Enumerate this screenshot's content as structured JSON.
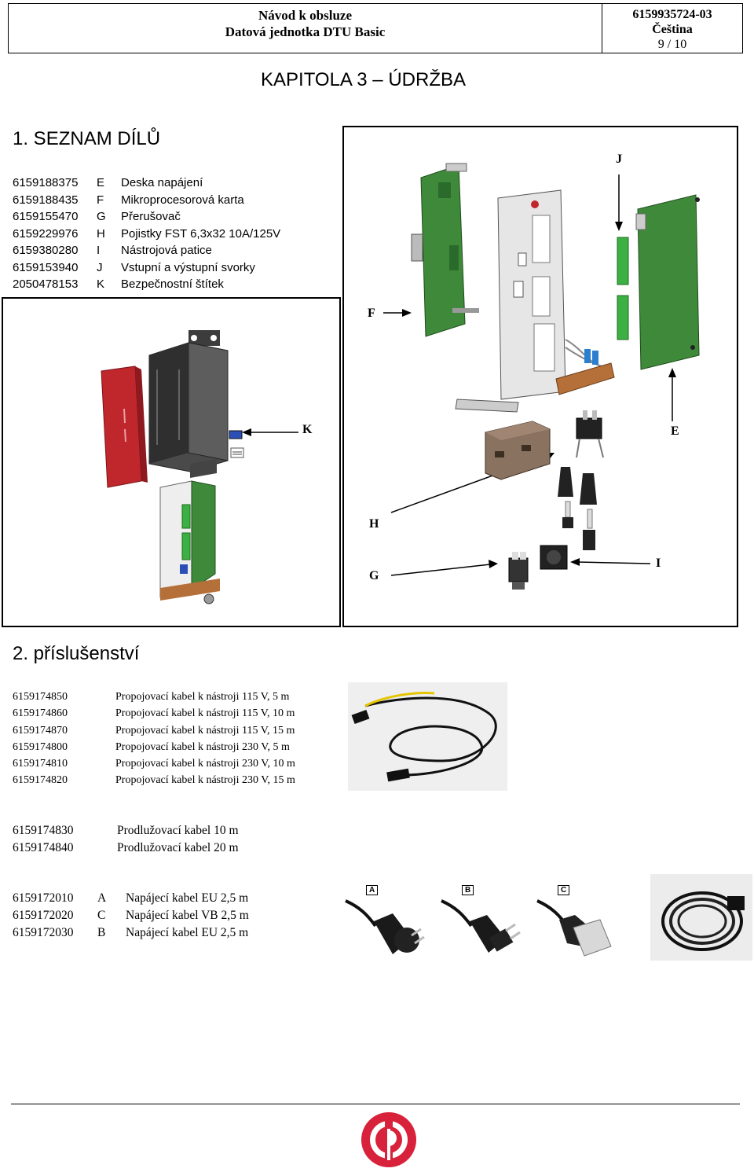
{
  "header": {
    "title_line1": "Návod k obsluze",
    "title_line2": "Datová jednotka DTU Basic",
    "doc_number": "6159935724-03",
    "language": "Čeština",
    "page": "9 / 10"
  },
  "chapter_title": "KAPITOLA 3 – ÚDRŽBA",
  "section1": {
    "title": "1. SEZNAM DÍLŮ",
    "parts": [
      {
        "number": "6159188375",
        "letter": "E",
        "name": "Deska napájení"
      },
      {
        "number": "6159188435",
        "letter": "F",
        "name": "Mikroprocesorová karta"
      },
      {
        "number": "6159155470",
        "letter": "G",
        "name": "Přerušovač"
      },
      {
        "number": "6159229976",
        "letter": "H",
        "name": "Pojistky FST 6,3x32 10A/125V"
      },
      {
        "number": "6159380280",
        "letter": "I",
        "name": "Nástrojová patice"
      },
      {
        "number": "6159153940",
        "letter": "J",
        "name": "Vstupní a výstupní svorky"
      },
      {
        "number": "2050478153",
        "letter": "K",
        "name": "Bezpečnostní štítek"
      }
    ],
    "diagram_labels": {
      "J": "J",
      "F": "F",
      "K": "K",
      "E": "E",
      "H": "H",
      "G": "G",
      "I": "I"
    }
  },
  "section2": {
    "title": "2. příslušenství",
    "cables": [
      {
        "number": "6159174850",
        "name": "Propojovací kabel k nástroji 115 V, 5 m"
      },
      {
        "number": "6159174860",
        "name": "Propojovací kabel k nástroji 115 V, 10 m"
      },
      {
        "number": "6159174870",
        "name": "Propojovací kabel k nástroji 115 V, 15 m"
      },
      {
        "number": "6159174800",
        "name": "Propojovací kabel k nástroji 230 V, 5 m"
      },
      {
        "number": "6159174810",
        "name": "Propojovací kabel k nástroji 230 V, 10 m"
      },
      {
        "number": "6159174820",
        "name": "Propojovací kabel k nástroji 230 V, 15 m"
      }
    ],
    "extensions": [
      {
        "number": "6159174830",
        "name": "Prodlužovací kabel 10 m"
      },
      {
        "number": "6159174840",
        "name": "Prodlužovací kabel 20 m"
      }
    ],
    "power_cables": [
      {
        "number": "6159172010",
        "letter": "A",
        "name": "Napájecí kabel EU 2,5 m"
      },
      {
        "number": "6159172020",
        "letter": "C",
        "name": "Napájecí kabel VB 2,5 m"
      },
      {
        "number": "6159172030",
        "letter": "B",
        "name": "Napájecí kabel EU 2,5 m"
      }
    ],
    "plug_tags": [
      "A",
      "B",
      "C"
    ]
  },
  "colors": {
    "logo_red": "#d8213a",
    "housing_red": "#c0272d",
    "pcb_green": "#3f8a3a",
    "terminal_green": "#3cb043",
    "brown": "#b5703a"
  }
}
